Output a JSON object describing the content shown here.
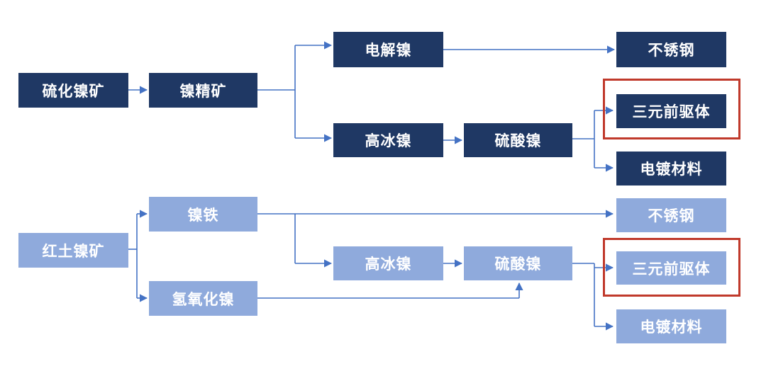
{
  "sulfide_chain": {
    "ore": "硫化镍矿",
    "concentrate": "镍精矿",
    "electrolytic": "电解镍",
    "matte": "高冰镍",
    "sulfate": "硫酸镍",
    "stainless": "不锈钢",
    "precursor": "三元前驱体",
    "plating": "电镀材料"
  },
  "laterite_chain": {
    "ore": "红土镍矿",
    "ferronickel": "镍铁",
    "hydroxide": "氢氧化镍",
    "matte": "高冰镍",
    "sulfate": "硫酸镍",
    "stainless": "不锈钢",
    "precursor": "三元前驱体",
    "plating": "电镀材料"
  },
  "colors": {
    "sulfide_node": "#1f3864",
    "laterite_node": "#8faadc",
    "arrow": "#4472c4",
    "highlight": "#c0392b"
  }
}
